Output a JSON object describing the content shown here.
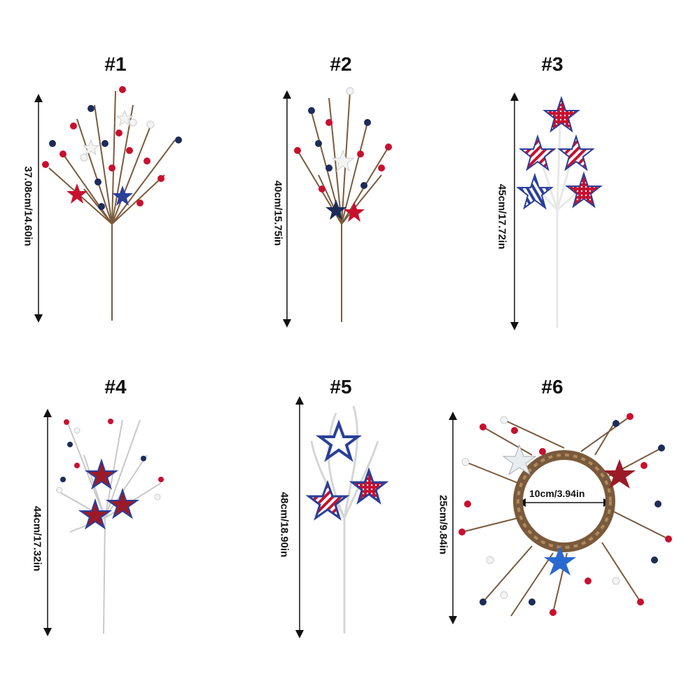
{
  "products": [
    {
      "label": "#1",
      "height_label": "37.08cm/14.60in"
    },
    {
      "label": "#2",
      "height_label": "40cm/15.75in"
    },
    {
      "label": "#3",
      "height_label": "45cm/17.72in"
    },
    {
      "label": "#4",
      "height_label": "44cm/17.32in"
    },
    {
      "label": "#5",
      "height_label": "48cm/18.90in"
    },
    {
      "label": "#6",
      "height_label": "25cm/9.84in",
      "inner_label": "10cm/3.94in"
    }
  ],
  "colors": {
    "red": "#c8102e",
    "navy": "#1c2c5a",
    "white": "#f4f4f4",
    "twig": "#7a5a3c",
    "silver": "#d8d8d8"
  }
}
